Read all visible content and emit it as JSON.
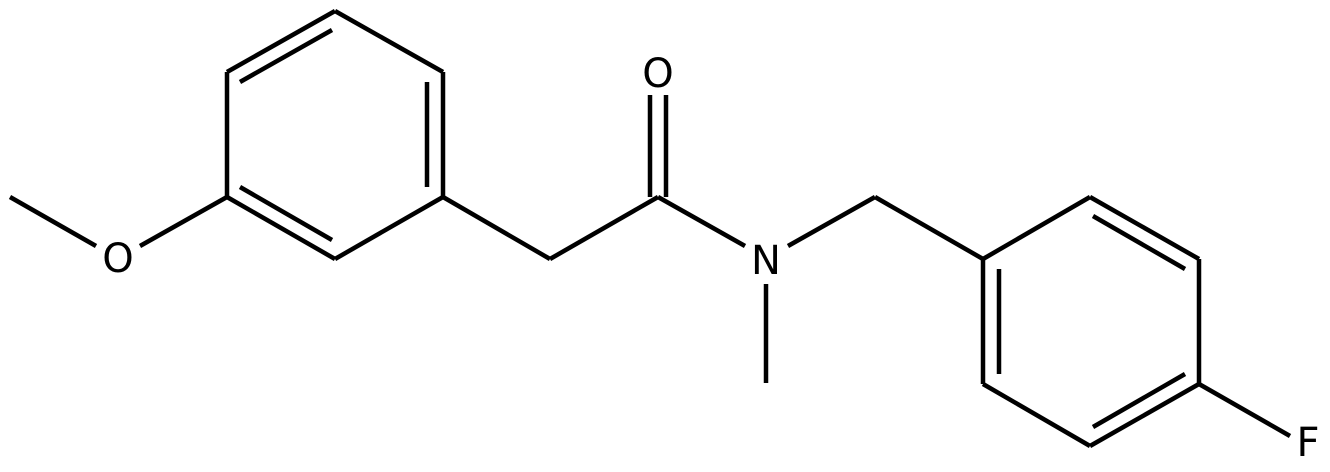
{
  "molecule": {
    "atoms": {
      "oxygen_methoxy": "O",
      "oxygen_carbonyl": "O",
      "nitrogen": "N",
      "fluorine": "F"
    }
  },
  "colors": {
    "bond": "#000000",
    "background": "#ffffff"
  }
}
